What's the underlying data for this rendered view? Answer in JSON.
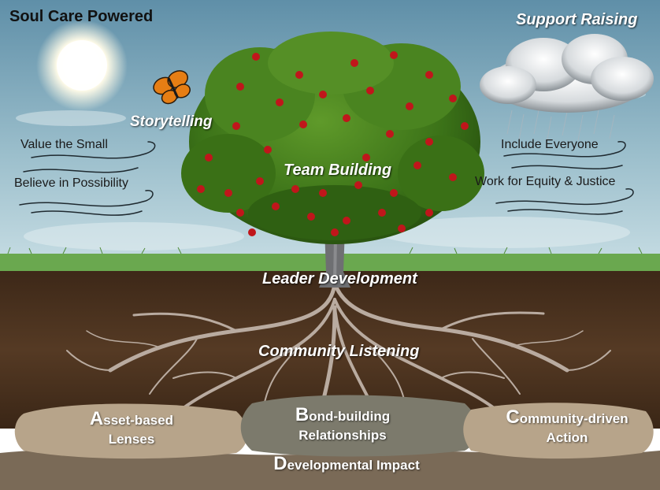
{
  "title": "Soul Care Powered",
  "support": "Support Raising",
  "branches": {
    "storytelling": "Storytelling",
    "team_building": "Team Building"
  },
  "left_values": [
    "Value the Small",
    "Believe in Possibility"
  ],
  "right_values": [
    "Include Everyone",
    "Work for Equity & Justice"
  ],
  "roots": {
    "leader": "Leader Development",
    "community": "Community Listening"
  },
  "foundation": {
    "a_initial": "A",
    "a_rest": "sset-based",
    "a_line2": "Lenses",
    "b_initial": "B",
    "b_rest": "ond-building",
    "b_line2": "Relationships",
    "c_initial": "C",
    "c_rest": "ommunity-driven",
    "c_line2": "Action",
    "d_initial": "D",
    "d_rest": "evelopmental Impact"
  },
  "colors": {
    "sky_top": "#5f8fa8",
    "sky_bottom": "#b9d3dc",
    "grass": "#6aa84f",
    "soil": "#4a3120",
    "foliage": "#3f7a1c",
    "apple": "#c0161b",
    "butterfly": "#e67e14"
  }
}
